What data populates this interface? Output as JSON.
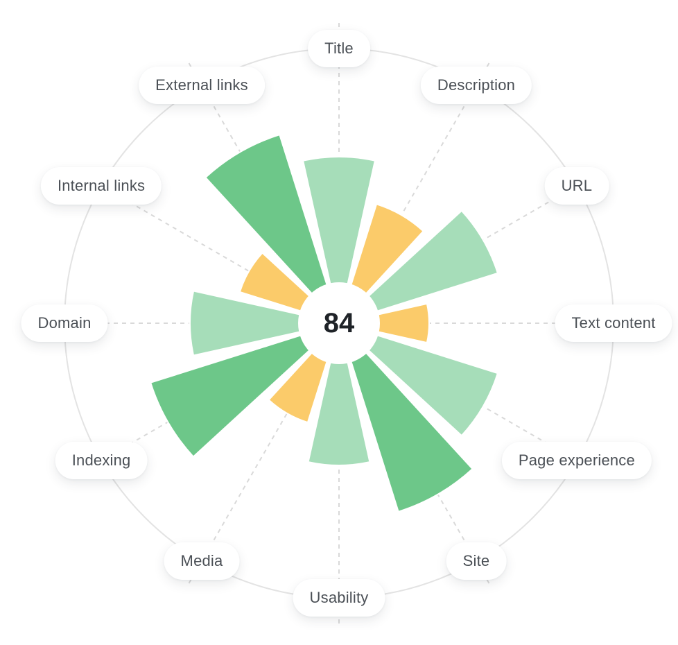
{
  "chart_data": {
    "type": "polar-area",
    "center_value": "84",
    "categories": [
      "Title",
      "Description",
      "URL",
      "Text content",
      "Page experience",
      "Site",
      "Usability",
      "Media",
      "Indexing",
      "Domain",
      "Internal links",
      "External links"
    ],
    "values": [
      240,
      180,
      240,
      130,
      240,
      285,
      205,
      150,
      285,
      215,
      150,
      285
    ],
    "status": [
      "good",
      "warn",
      "good",
      "warn",
      "good",
      "excellent",
      "good",
      "warn",
      "excellent",
      "good",
      "warn",
      "excellent"
    ],
    "colors": {
      "excellent": "#6dc789",
      "good": "#a6ddb9",
      "warn": "#fbcb6a",
      "ring": "#e3e3e3",
      "spoke": "#d9d9d9"
    }
  }
}
